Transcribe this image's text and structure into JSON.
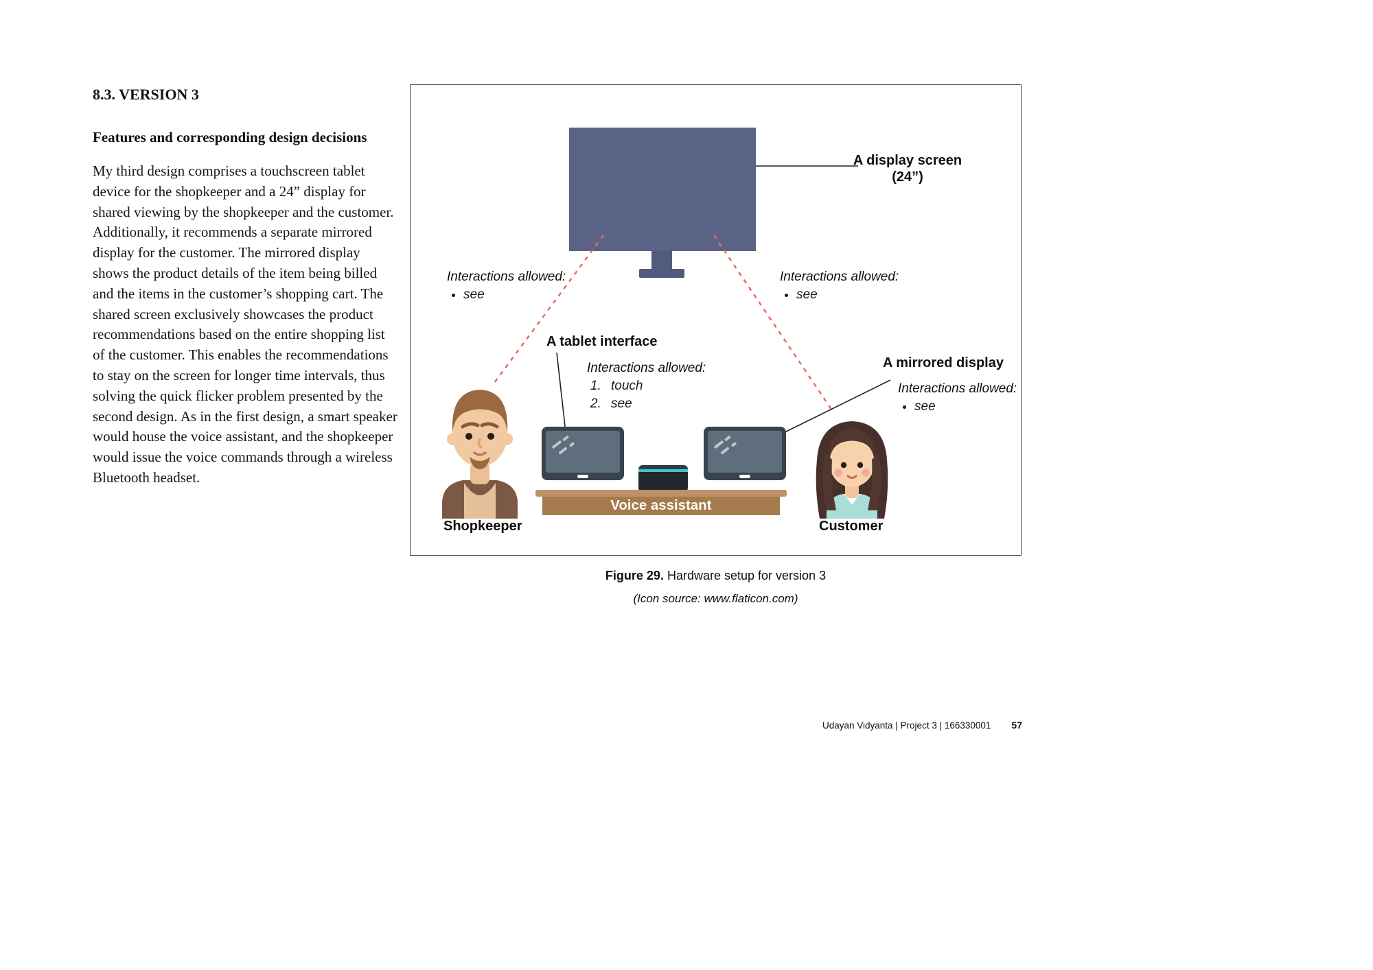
{
  "article": {
    "section_heading": "8.3. VERSION 3",
    "subheading": "Features and corresponding design decisions",
    "body": "My third design comprises a touchscreen tablet device for the shopkeeper and a 24” display for shared viewing by the shopkeeper and the customer. Additionally, it recommends a separate mirrored display for the customer. The mirrored display shows the product details of the item being billed and the items in the customer’s shopping cart. The shared screen exclusively showcases the product recommendations based on the entire shopping list of the customer. This enables the recommendations to stay on the screen for longer time intervals, thus solving the quick flicker problem presented by the second design. As in the first design, a smart speaker would house the voice assistant, and the shopkeeper would issue the voice commands through a wireless Bluetooth headset."
  },
  "figure": {
    "display_callout": {
      "line1": "A display screen",
      "line2": "(24”)"
    },
    "interactions_display_left": {
      "title": "Interactions allowed:",
      "items": [
        "see"
      ]
    },
    "interactions_display_right": {
      "title": "Interactions allowed:",
      "items": [
        "see"
      ]
    },
    "tablet_callout": "A tablet interface",
    "interactions_tablet": {
      "title": "Interactions allowed:",
      "items": [
        "touch",
        "see"
      ]
    },
    "mirrored_callout": "A mirrored display",
    "interactions_mirrored": {
      "title": "Interactions allowed:",
      "items": [
        "see"
      ]
    },
    "voice_assistant_label": "Voice assistant",
    "shopkeeper_label": "Shopkeeper",
    "customer_label": "Customer"
  },
  "caption": {
    "label": "Figure 29.",
    "text": "Hardware setup for version 3",
    "source": "(Icon source: www.flaticon.com)"
  },
  "footer": {
    "credit": "Udayan Vidyanta | Project 3 | 166330001",
    "page_number": "57"
  }
}
